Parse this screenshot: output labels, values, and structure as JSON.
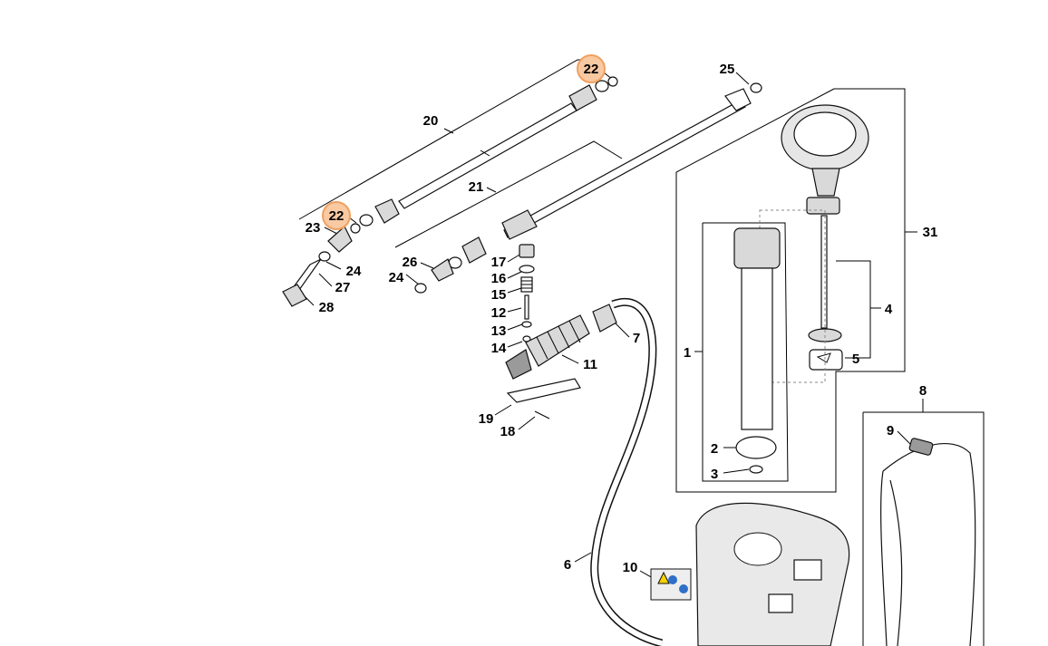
{
  "diagram": {
    "highlight_color": "#f0a060",
    "highlighted_parts": [
      "22"
    ],
    "callouts": [
      {
        "id": "c-22a",
        "label": "22",
        "highlight": true
      },
      {
        "id": "c-22b",
        "label": "22",
        "highlight": true
      },
      {
        "id": "c-25",
        "label": "25"
      },
      {
        "id": "c-20",
        "label": "20"
      },
      {
        "id": "c-21",
        "label": "21"
      },
      {
        "id": "c-23",
        "label": "23"
      },
      {
        "id": "c-24a",
        "label": "24"
      },
      {
        "id": "c-24b",
        "label": "24"
      },
      {
        "id": "c-26",
        "label": "26"
      },
      {
        "id": "c-27",
        "label": "27"
      },
      {
        "id": "c-28",
        "label": "28"
      },
      {
        "id": "c-17",
        "label": "17"
      },
      {
        "id": "c-16",
        "label": "16"
      },
      {
        "id": "c-15",
        "label": "15"
      },
      {
        "id": "c-12",
        "label": "12"
      },
      {
        "id": "c-13",
        "label": "13"
      },
      {
        "id": "c-14",
        "label": "14"
      },
      {
        "id": "c-11",
        "label": "11"
      },
      {
        "id": "c-7",
        "label": "7"
      },
      {
        "id": "c-19",
        "label": "19"
      },
      {
        "id": "c-18",
        "label": "18"
      },
      {
        "id": "c-31",
        "label": "31"
      },
      {
        "id": "c-4",
        "label": "4"
      },
      {
        "id": "c-5",
        "label": "5"
      },
      {
        "id": "c-1",
        "label": "1"
      },
      {
        "id": "c-2",
        "label": "2"
      },
      {
        "id": "c-3",
        "label": "3"
      },
      {
        "id": "c-8",
        "label": "8"
      },
      {
        "id": "c-9",
        "label": "9"
      },
      {
        "id": "c-6",
        "label": "6"
      },
      {
        "id": "c-10",
        "label": "10"
      }
    ]
  }
}
